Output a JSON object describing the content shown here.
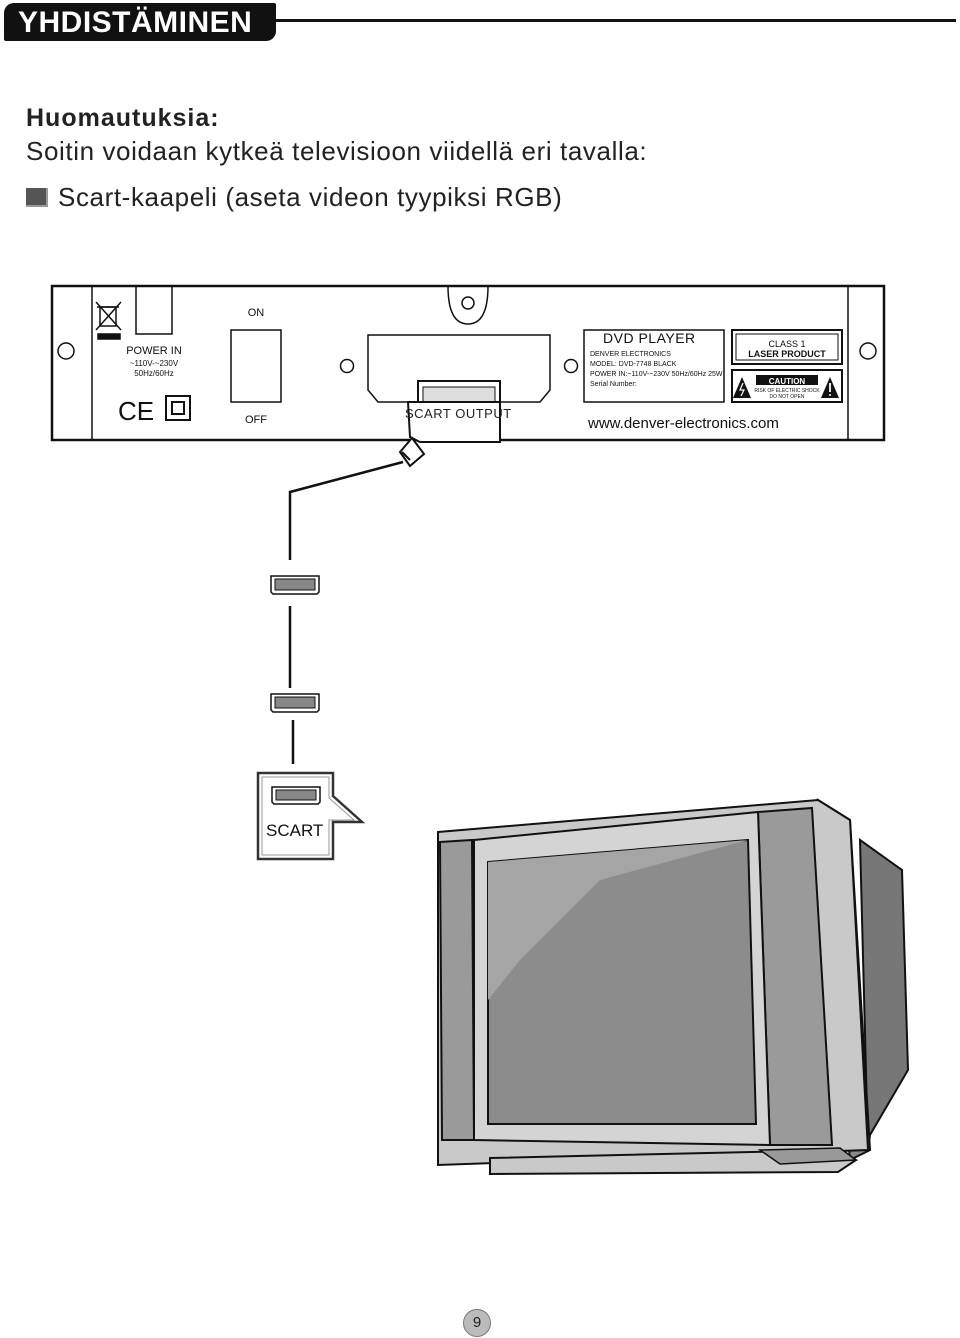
{
  "header": {
    "title": "YHDISTÄMINEN"
  },
  "notes": {
    "title": "Huomautuksia:",
    "line": "Soitin voidaan kytkeä televisioon viidellä eri tavalla:",
    "bullet": "Scart-kaapeli (aseta videon tyypiksi RGB)"
  },
  "panel": {
    "power_label": "POWER IN",
    "power_voltage": "~110V-~230V",
    "power_freq": "50Hz/60Hz",
    "switch_on": "ON",
    "switch_off": "OFF",
    "scart_output": "SCART OUTPUT",
    "device_title": "DVD PLAYER",
    "brand": "DENVER ELECTRONICS",
    "model": "MODEL: DVD-7748 BLACK",
    "power_spec": "POWER IN:~110V-~230V 50Hz/60Hz 25W",
    "serial": "Serial Number:",
    "website": "www.denver-electronics.com",
    "class_line1": "CLASS 1",
    "class_line2": "LASER PRODUCT",
    "caution_title": "CAUTION",
    "caution_line1": "RISK OF ELECTRIC SHOCK",
    "caution_line2": "DO NOT OPEN",
    "ce_mark": "CE"
  },
  "callout": {
    "label": "SCART"
  },
  "page": {
    "number": "9"
  },
  "icons": [
    "weee-bin-icon",
    "ce-mark-icon",
    "double-insulation-icon",
    "lightning-warning-icon",
    "exclamation-warning-icon",
    "scart-plug-icon",
    "television-icon"
  ]
}
